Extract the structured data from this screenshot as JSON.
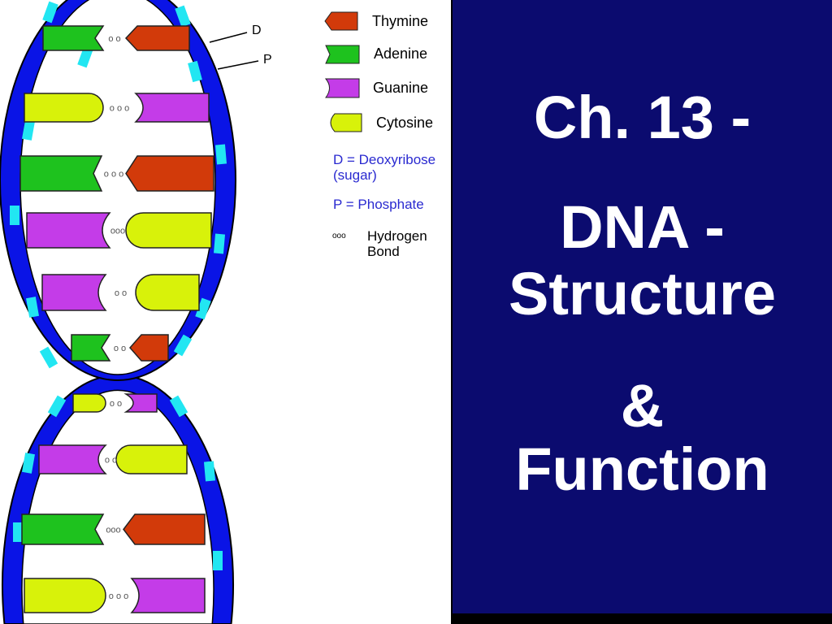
{
  "slide": {
    "title_lines": [
      "Ch. 13 -",
      "DNA -",
      "Structure",
      "&",
      "Function"
    ]
  },
  "legend": {
    "thymine": "Thymine",
    "adenine": "Adenine",
    "guanine": "Guanine",
    "cytosine": "Cytosine",
    "deoxyribose": "D = Deoxyribose",
    "sugar": "(sugar)",
    "phosphate": "P = Phosphate",
    "hydrogen": "Hydrogen",
    "bond": "Bond",
    "bond_symbol": "ooo"
  },
  "labels": {
    "d": "D",
    "p": "P"
  },
  "colors": {
    "thymine": "#d23a0a",
    "adenine": "#1ec21e",
    "guanine": "#c43ce8",
    "cytosine": "#d8f20a",
    "backbone": "#0a14e6",
    "phosphate": "#22e6f2",
    "slide_bg": "#0b0b6f",
    "legend_text": "#2a2ad0"
  },
  "base_pairs": [
    {
      "left": "adenine",
      "right": "thymine",
      "bonds": "o o"
    },
    {
      "left": "cytosine",
      "right": "guanine",
      "bonds": "o o o"
    },
    {
      "left": "adenine",
      "right": "thymine",
      "bonds": "o o o"
    },
    {
      "left": "guanine",
      "right": "cytosine",
      "bonds": "ooo"
    },
    {
      "left": "guanine",
      "right": "cytosine",
      "bonds": "o o"
    },
    {
      "left": "adenine",
      "right": "thymine",
      "bonds": "o o"
    },
    {
      "left": "cytosine",
      "right": "guanine",
      "bonds": "o o"
    },
    {
      "left": "guanine",
      "right": "cytosine",
      "bonds": "o o"
    },
    {
      "left": "adenine",
      "right": "thymine",
      "bonds": "ooo"
    },
    {
      "left": "cytosine",
      "right": "guanine",
      "bonds": "o o o"
    }
  ]
}
